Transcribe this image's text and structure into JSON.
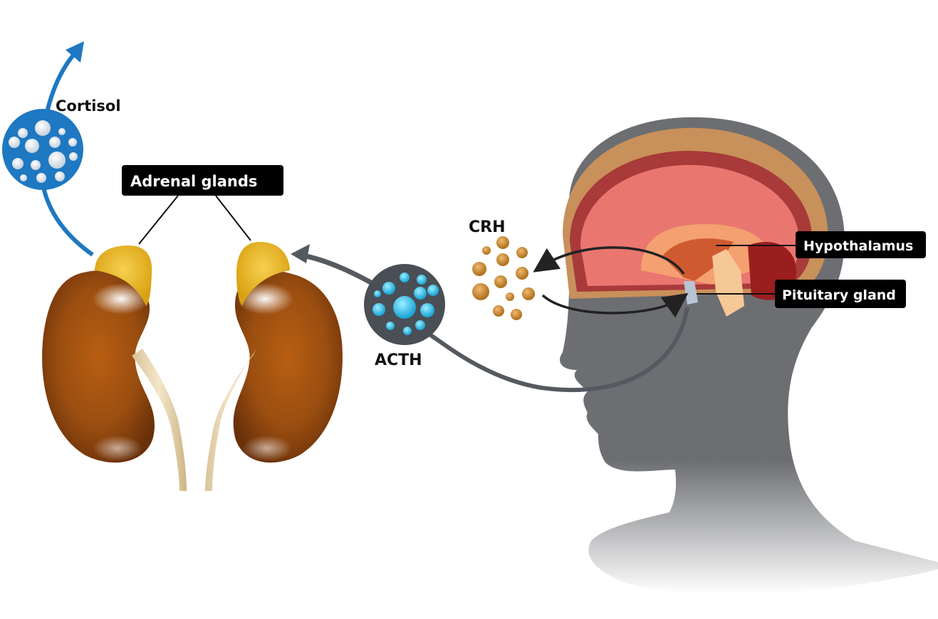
{
  "title": "HPA axis: hypothalamus, pituitary and adrenal glands",
  "labels": {
    "cortisol": "Cortisol",
    "adrenal_glands": "Adrenal glands",
    "crh": "CRH",
    "acth": "ACTH",
    "hypothalamus": "Hypothalamus",
    "pituitary_gland": "Pituitary gland"
  },
  "colors": {
    "cortisol_blue": "#1e78c2",
    "acth_bubble": "#4a4e55",
    "acth_particles": "#3cc6ea",
    "crh_particles": "#c88a3a",
    "head_silhouette": "#6c6e72",
    "kidney": "#9a4e10",
    "adrenal": "#e8b820",
    "brain_pink": "#e8736c",
    "label_bg": "#000000",
    "label_text": "#ffffff"
  }
}
